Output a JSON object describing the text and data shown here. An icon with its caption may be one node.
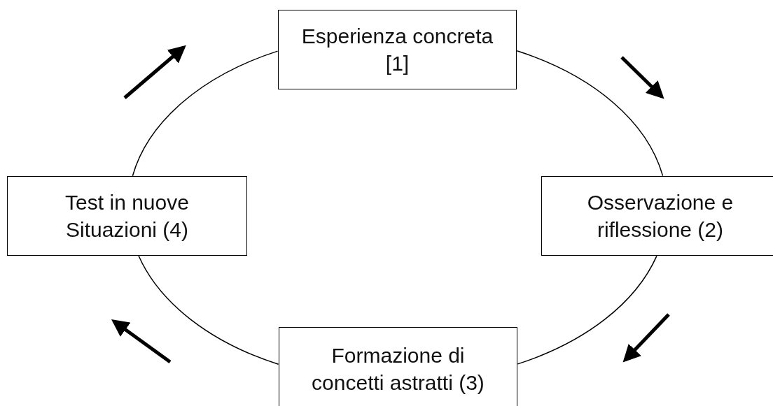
{
  "diagram": {
    "nodes": [
      {
        "text": [
          "Esperienza concreta  [1]"
        ]
      },
      {
        "text": [
          "Osservazione e riflessione (2)"
        ]
      },
      {
        "text": [
          "Formazione di concetti astratti (3)"
        ]
      },
      {
        "text": [
          "Test in nuove Situazioni (4)"
        ]
      }
    ],
    "edges": [
      {
        "from": 0,
        "to": 1,
        "arrow": "none"
      },
      {
        "from": 1,
        "to": 2,
        "arrow": "none"
      },
      {
        "from": 2,
        "to": 3,
        "arrow": "none"
      },
      {
        "from": 3,
        "to": 0,
        "arrow": "none"
      }
    ]
  }
}
